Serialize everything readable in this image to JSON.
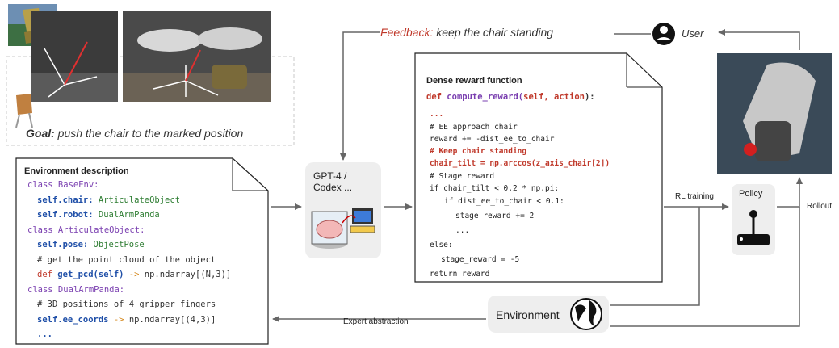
{
  "goal": {
    "label": "Goal:",
    "text": "push the chair to the marked position"
  },
  "feedback": {
    "label": "Feedback:",
    "text": "keep the chair standing"
  },
  "user_label": "User",
  "env_description": {
    "title": "Environment description",
    "lines": [
      {
        "k": "class",
        "t": "class BaseEnv:"
      },
      {
        "k": "attr",
        "a": "self.chair:",
        "b": " ArticulateObject"
      },
      {
        "k": "attr",
        "a": "self.robot:",
        "b": " DualArmPanda"
      },
      {
        "k": "class",
        "t": "class ArticulateObject:"
      },
      {
        "k": "attr",
        "a": "self.pose:",
        "b": " ObjectPose"
      },
      {
        "k": "comment",
        "t": "# get the point cloud of the object"
      },
      {
        "k": "def",
        "a": "def ",
        "b": "get_pcd(self)",
        "c": " -> ",
        "d": "np.ndarray[(N,3)]"
      },
      {
        "k": "class",
        "t": "class DualArmPanda:"
      },
      {
        "k": "comment",
        "t": "# 3D positions of 4 gripper fingers"
      },
      {
        "k": "arrowattr",
        "a": "self.ee_coords",
        "c": " -> ",
        "d": "np.ndarray[(4,3)]"
      },
      {
        "k": "ellipsis",
        "t": "..."
      }
    ]
  },
  "llm_label": "GPT-4 / Codex ...",
  "reward": {
    "title": "Dense reward function",
    "lines": [
      {
        "k": "def",
        "a": "def ",
        "b": "compute_reward(",
        "c": "self, action",
        "d": "):"
      },
      {
        "k": "dots",
        "t": "..."
      },
      {
        "k": "plain",
        "t": "# EE approach chair"
      },
      {
        "k": "plain",
        "t": "reward += -dist_ee_to_chair"
      },
      {
        "k": "red",
        "t": "# Keep chair standing"
      },
      {
        "k": "red",
        "t": "chair_tilt = np.arccos(z_axis_chair[2])"
      },
      {
        "k": "plain",
        "t": "# Stage reward"
      },
      {
        "k": "plain",
        "t": "if chair_tilt < 0.2 * np.pi:"
      },
      {
        "k": "plain",
        "t": "if dist_ee_to_chair < 0.1:"
      },
      {
        "k": "plain",
        "t": "stage_reward += 2"
      },
      {
        "k": "plain",
        "t": "..."
      },
      {
        "k": "plain",
        "t": "else:"
      },
      {
        "k": "plain",
        "t": "stage_reward = -5"
      },
      {
        "k": "plain",
        "t": "return reward"
      }
    ]
  },
  "rl_training": "RL training",
  "policy": "Policy",
  "rollout": "Rollout",
  "environment": "Environment",
  "expert_abstraction": "Expert abstraction",
  "colors": {
    "red": "#c0392b",
    "blue": "#1f4fa8",
    "purple": "#7a3fb0",
    "green": "#2e7d32",
    "comment": "#333333",
    "arrow": "#666666",
    "gray_box": "#eeeeee"
  }
}
